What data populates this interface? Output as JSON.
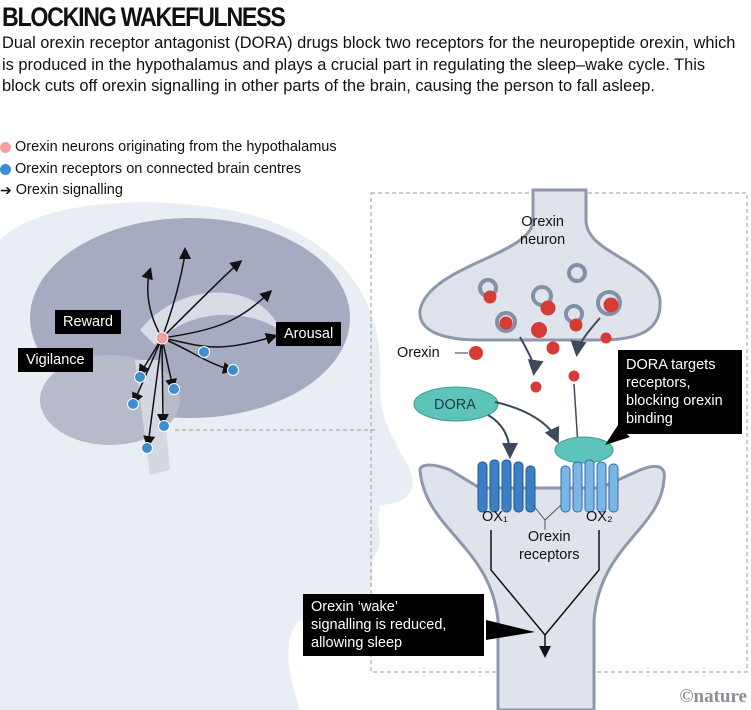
{
  "title": "BLOCKING WAKEFULNESS",
  "intro": "Dual orexin receptor antagonist (DORA) drugs block two receptors for the neuropeptide orexin, which is produced in the hypothalamus and plays a crucial part in regulating the sleep–wake cycle. This block cuts off orexin signalling in other parts of the brain, causing the person to fall asleep.",
  "legend": {
    "neurons": "Orexin neurons originating from the hypothalamus",
    "receptors": "Orexin receptors on connected brain centres",
    "signalling": "Orexin signalling"
  },
  "colors": {
    "neuron": "#f0a0a0",
    "receptor": "#3b8fd0",
    "orexin": "#d63c35",
    "dora": "#5cc4b8"
  },
  "brain_labels": {
    "reward": "Reward",
    "vigilance": "Vigilance",
    "arousal": "Arousal"
  },
  "synapse": {
    "neuron_line1": "Orexin",
    "neuron_line2": "neuron",
    "orexin": "Orexin",
    "dora": "DORA",
    "dora_targets": [
      "DORA targets",
      "receptors,",
      "blocking orexin",
      "binding"
    ],
    "ox1": "OX₁",
    "ox2": "OX₂",
    "receptors_line1": "Orexin",
    "receptors_line2": "receptors",
    "wake": [
      "Orexin ‘wake’",
      "signalling is reduced,",
      "allowing sleep"
    ]
  },
  "credit": "©nature"
}
